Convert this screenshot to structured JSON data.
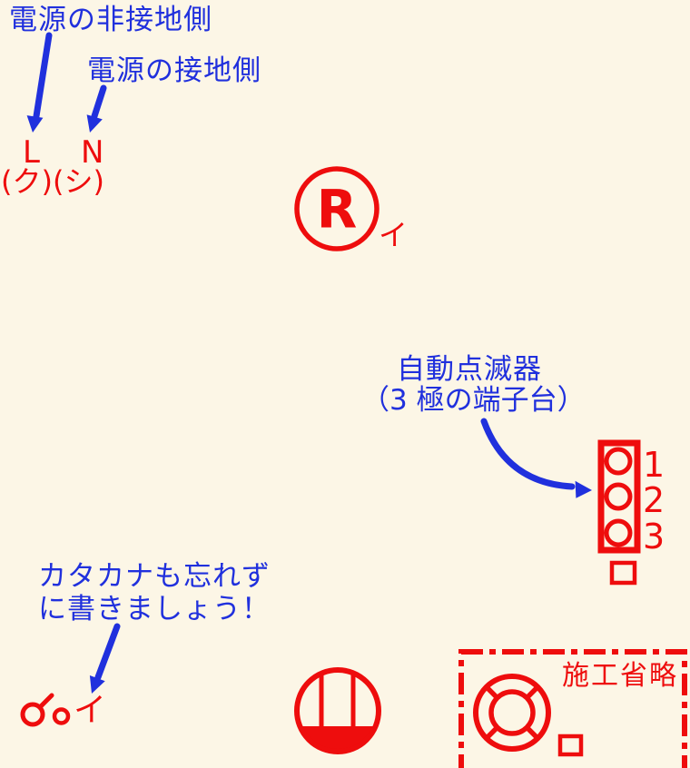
{
  "colors": {
    "background": "#FCF6E6",
    "annotation_blue": "#2030DD",
    "diagram_red": "#EE0D0D"
  },
  "annotations": {
    "non_grounded": "電源の非接地側",
    "grounded": "電源の接地側",
    "auto_flasher_line1": "自動点滅器",
    "auto_flasher_line2": "（3 極の端子台）",
    "katakana_note_line1": "カタカナも忘れず",
    "katakana_note_line2": "に書きましょう！"
  },
  "power": {
    "live": "L",
    "neutral": "N",
    "katakana_pair": "(ク)(シ)"
  },
  "lamp": {
    "letter": "R",
    "katakana": "イ"
  },
  "terminal_block": {
    "pole_1": "1",
    "pole_2": "2",
    "pole_3": "3"
  },
  "switch": {
    "katakana": "イ"
  },
  "omission_box": {
    "label": "施工省略"
  },
  "icons": {
    "arrow": "blue-arrow",
    "lamp_circle": "round-lamp-symbol",
    "terminal_block": "three-pole-terminal-block-symbol",
    "switch": "single-pole-switch-symbol",
    "ceiling_light": "ceiling-light-symbol",
    "receptacle_ring": "lamp-receptacle-ring-symbol",
    "omission_border": "dash-dot-omission-boundary"
  }
}
